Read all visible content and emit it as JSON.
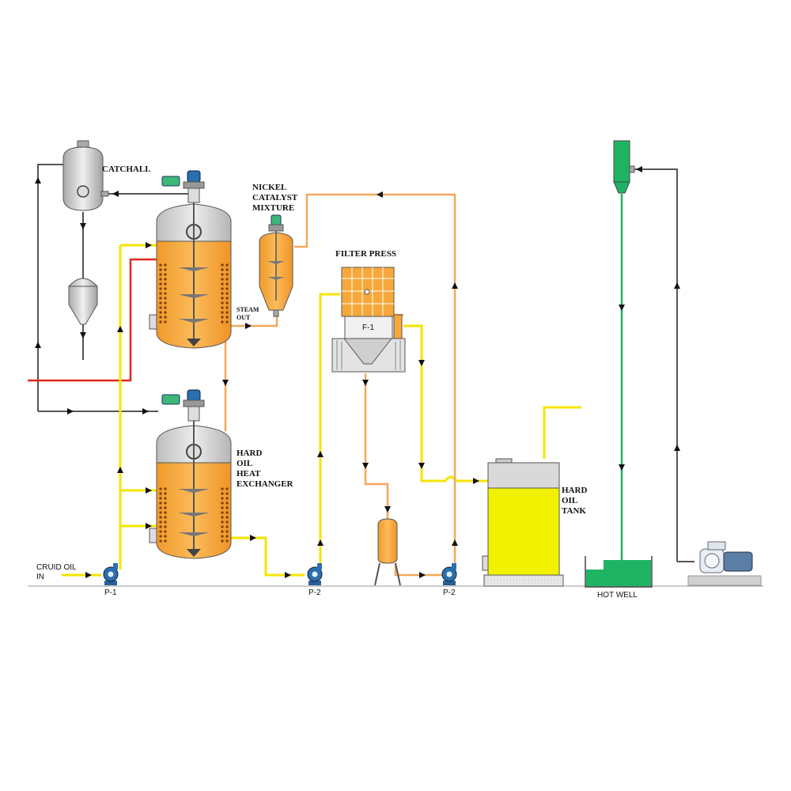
{
  "labels": {
    "catchall": "CATCHALL",
    "nickel": [
      "NICKEL",
      "CATALYST",
      "MIXTURE"
    ],
    "filter_press": "FILTER PRESS",
    "filter_id": "F-1",
    "steam": [
      "STEAM",
      "OUT"
    ],
    "hard_oil_hx": [
      "HARD",
      "OIL",
      "HEAT",
      "EXCHANGER"
    ],
    "hard_oil_tank": [
      "HARD",
      "OIL",
      "TANK"
    ],
    "crude": [
      "CRUID OIL",
      "IN"
    ],
    "hot_well": "HOT WELL",
    "pumps": [
      "P-1",
      "P-2",
      "P-2"
    ]
  },
  "colors": {
    "oil_line": "#f2a85a",
    "yellow_line": "#f5e400",
    "red_line": "#e0281a",
    "gray_line": "#555555",
    "green_line": "#1eb464",
    "vessel_orange": "#f7a83a",
    "vessel_gray": "#d0d0d0",
    "tank_yellow": "#f2f200",
    "pump_blue": "#2a6fb0",
    "motor_green": "#3cb878"
  }
}
